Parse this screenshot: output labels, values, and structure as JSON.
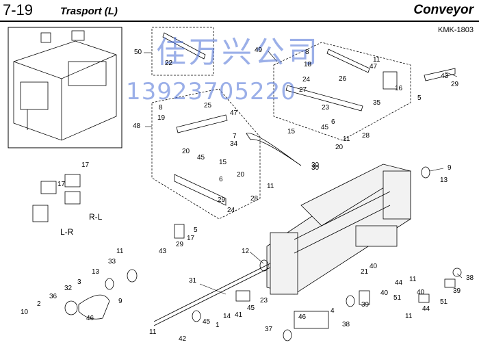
{
  "header": {
    "section": "7-19",
    "title": "Trasport (L)",
    "category": "Conveyor",
    "code": "KMK-1803"
  },
  "watermark": {
    "line1": "佳万兴公司",
    "line2": "13923705220"
  },
  "sublabels": {
    "rl": "R-L",
    "lr": "L-R"
  },
  "refs": [
    "1",
    "2",
    "3",
    "4",
    "5",
    "6",
    "7",
    "8",
    "9",
    "10",
    "11",
    "12",
    "13",
    "14",
    "15",
    "16",
    "17",
    "18",
    "19",
    "20",
    "21",
    "22",
    "23",
    "24",
    "25",
    "26",
    "27",
    "28",
    "29",
    "30",
    "31",
    "32",
    "33",
    "34",
    "35",
    "36",
    "37",
    "38",
    "39",
    "40",
    "41",
    "42",
    "43",
    "44",
    "45",
    "46",
    "47",
    "48",
    "49",
    "50",
    "51"
  ]
}
